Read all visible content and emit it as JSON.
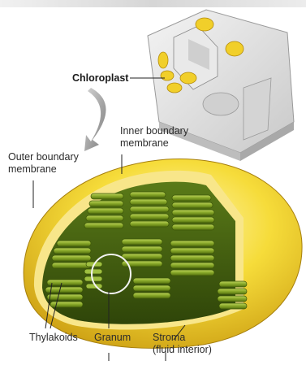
{
  "labels": {
    "chloroplast": "Chloroplast",
    "inner_membrane": "Inner boundary\nmembrane",
    "outer_membrane": "Outer boundary\nmembrane",
    "thylakoids": "Thylakoids",
    "granum": "Granum",
    "stroma": "Stroma\n(fluid interior)"
  },
  "colors": {
    "top_band": "#d9d9d9",
    "outer_membrane": "#f2d21e",
    "outer_membrane_light": "#fbee94",
    "inner_cavity": "#3f5a12",
    "thylakoid": "#6f8f1e",
    "thylakoid_light": "#a8c24a",
    "cell_gray": "#e2e2e2",
    "leader_line": "#222222",
    "arrow_gray": "#8a8a8a"
  },
  "icons": {
    "process_arrow": "curved-arrow-icon"
  }
}
